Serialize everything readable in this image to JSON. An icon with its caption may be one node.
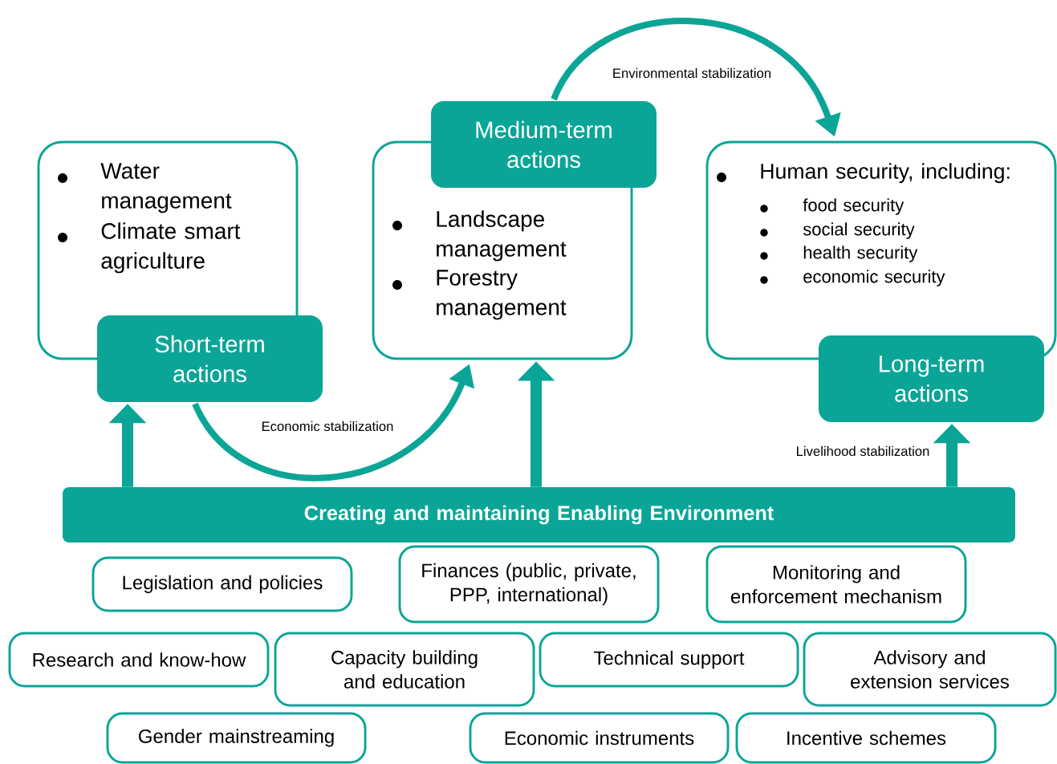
{
  "diagram": {
    "nodes": [
      {
        "text": [
          "Water management",
          "Climate smart agriculture"
        ]
      },
      {
        "text": [
          "Short-term actions"
        ]
      },
      {
        "text": [
          "Medium-term actions"
        ]
      },
      {
        "text": [
          "Landscape management",
          "Forestry management"
        ]
      },
      {
        "text": [
          "Human security, including:",
          "food security",
          "social security",
          "health security",
          "economic security"
        ]
      },
      {
        "text": [
          "Long-term actions"
        ]
      },
      {
        "text": [
          "Creating and maintaining Enabling Environment"
        ]
      },
      {
        "text": [
          "Legislation and policies"
        ]
      },
      {
        "text": [
          "Finances (public, private, PPP, international)"
        ]
      },
      {
        "text": [
          "Monitoring and enforcement mechanism"
        ]
      },
      {
        "text": [
          "Research and know-how"
        ]
      },
      {
        "text": [
          "Capacity building and education"
        ]
      },
      {
        "text": [
          "Technical support"
        ]
      },
      {
        "text": [
          "Advisory and extension services"
        ]
      },
      {
        "text": [
          "Gender mainstreaming"
        ]
      },
      {
        "text": [
          "Economic instruments"
        ]
      },
      {
        "text": [
          "Incentive schemes"
        ]
      }
    ],
    "edges": [
      {
        "from": 1,
        "to": 3,
        "arrow": "to",
        "label": "Economic stabilization"
      },
      {
        "from": 2,
        "to": 4,
        "arrow": "to",
        "label": "Environmental stabilization"
      },
      {
        "from": 6,
        "to": 1,
        "arrow": "to"
      },
      {
        "from": 6,
        "to": 3,
        "arrow": "to"
      },
      {
        "from": 6,
        "to": 5,
        "arrow": "to",
        "label": "Livelihood stabilization"
      }
    ]
  }
}
